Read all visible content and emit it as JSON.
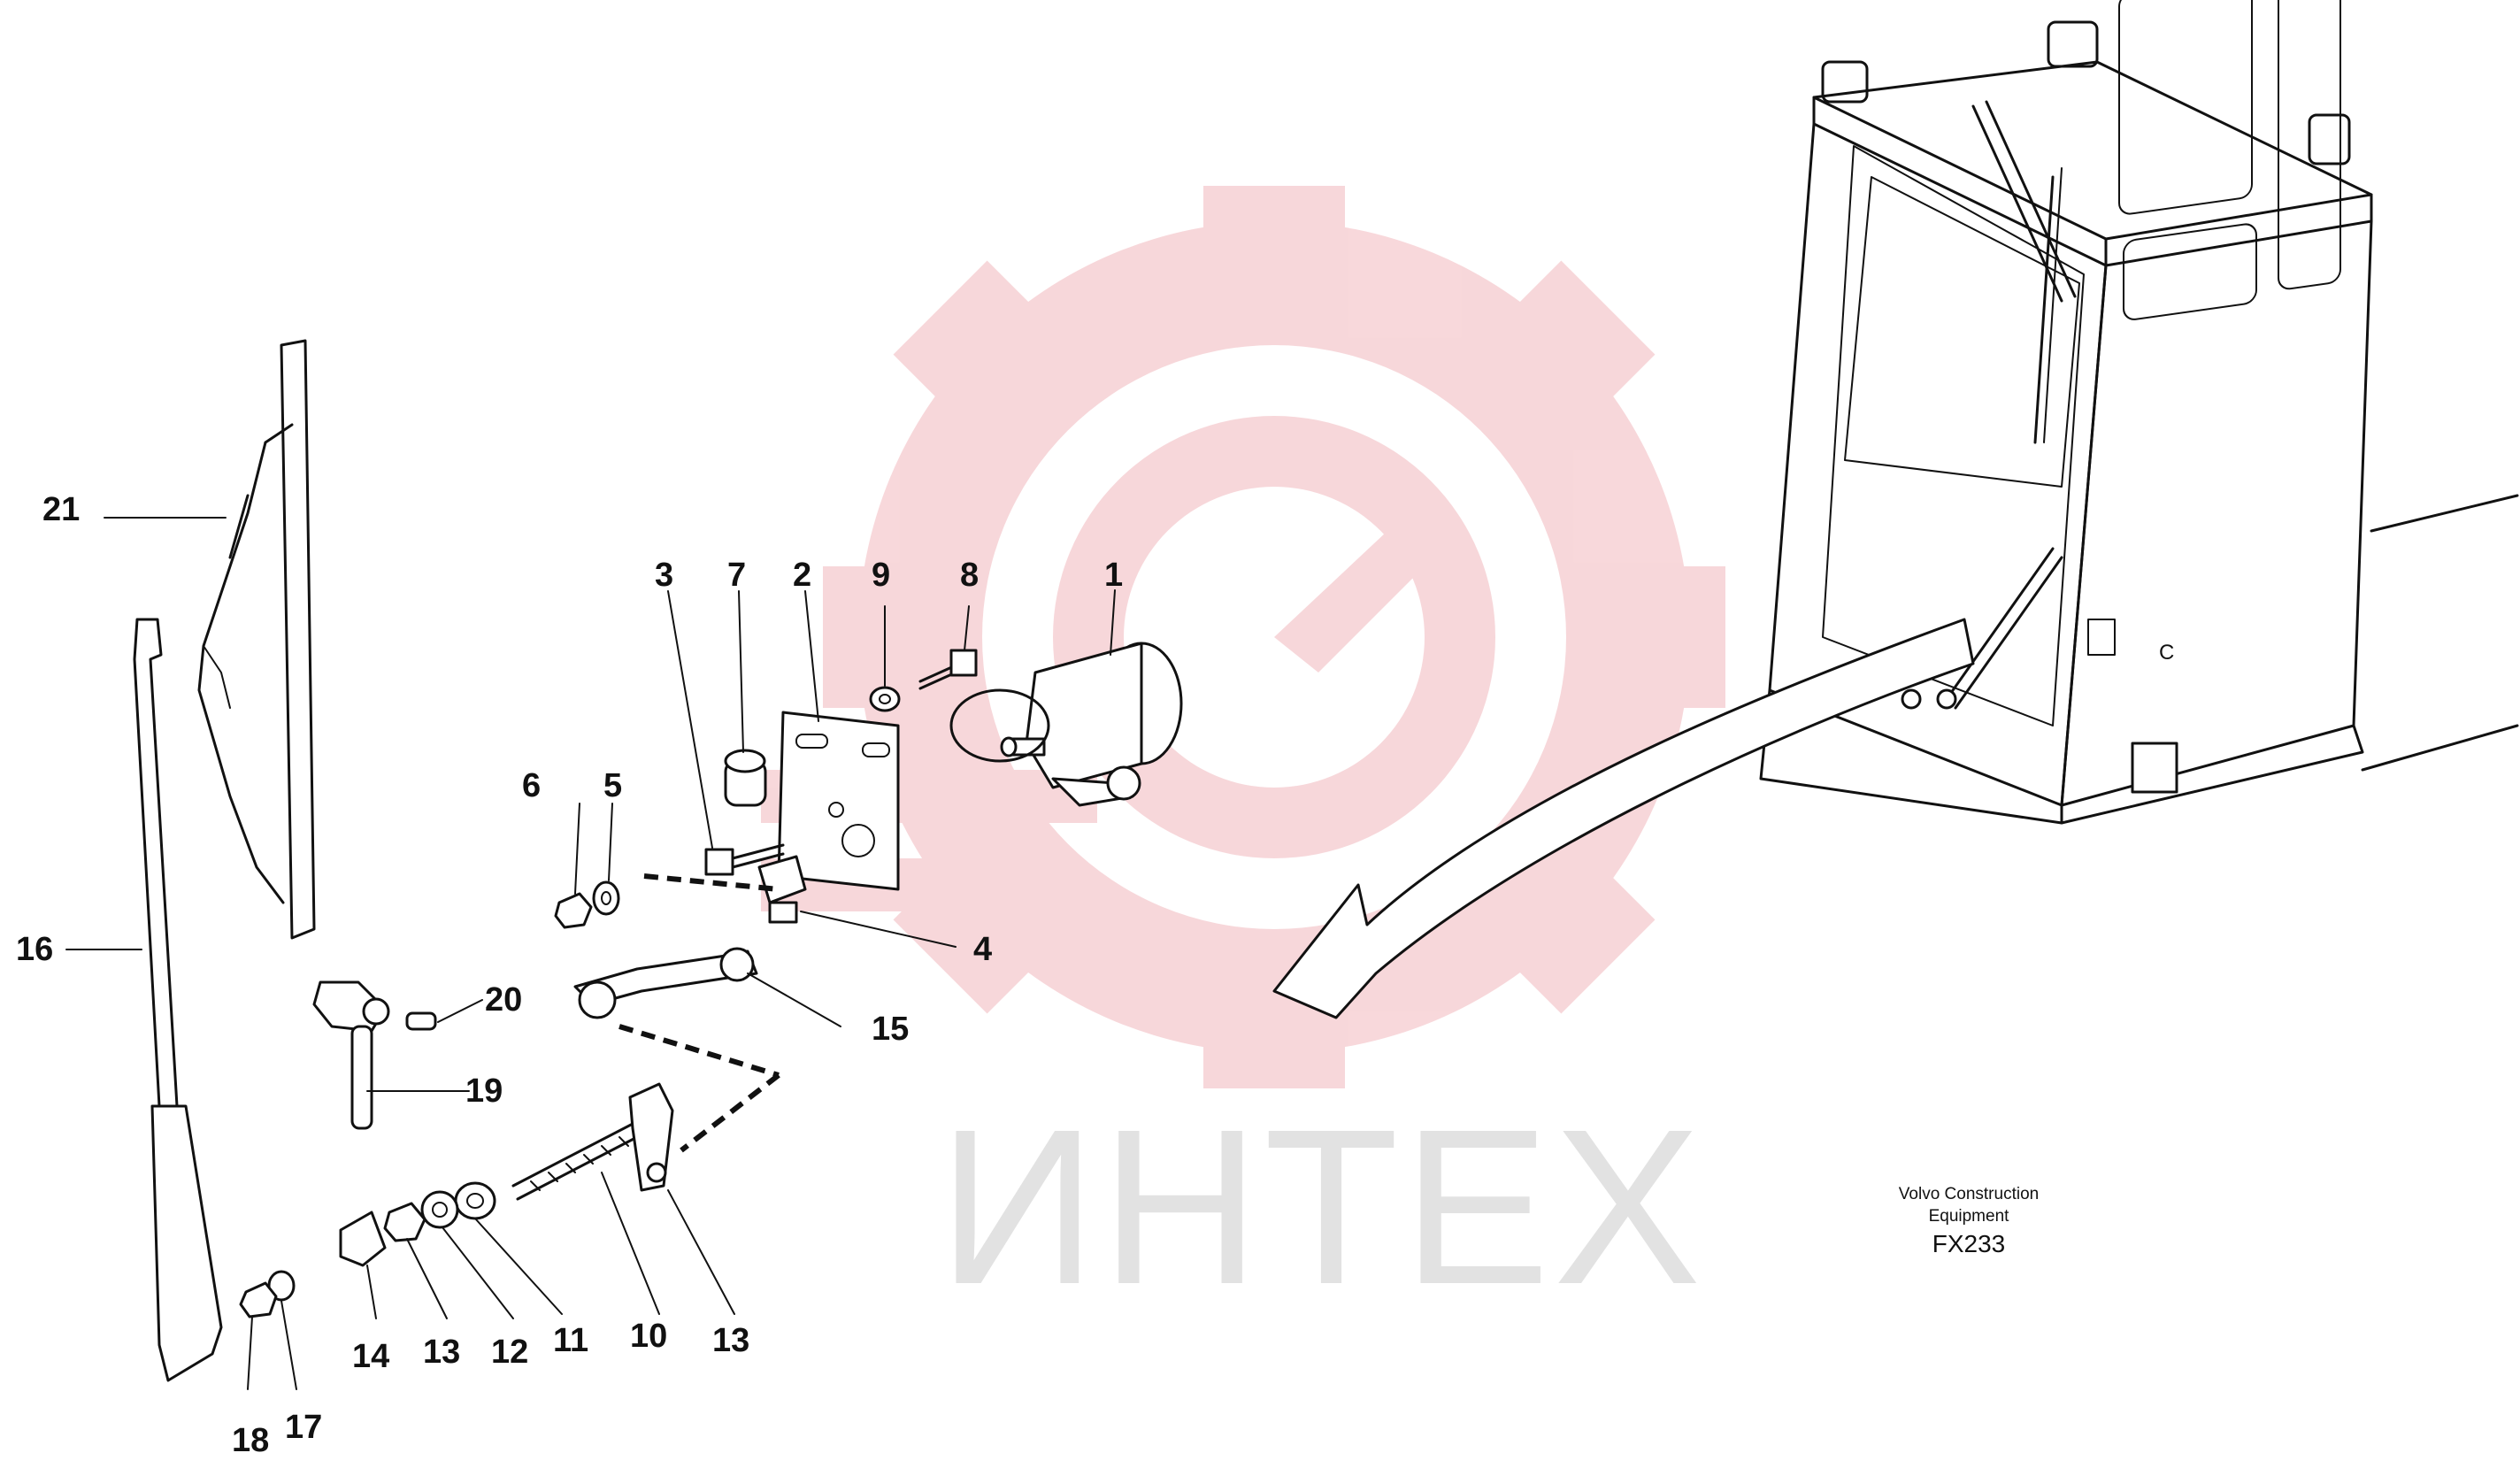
{
  "diagram": {
    "part_callouts": [
      "1",
      "2",
      "3",
      "4",
      "5",
      "6",
      "7",
      "8",
      "9",
      "10",
      "11",
      "12",
      "13",
      "13",
      "14",
      "15",
      "16",
      "17",
      "18",
      "19",
      "20",
      "21"
    ],
    "caption": {
      "line1": "Volvo Construction",
      "line2": "Equipment",
      "code": "FX233"
    },
    "watermark": {
      "text": "ИНТЕХ",
      "color": "#f2b8bd",
      "text_color": "#e2e2e2",
      "icon": "gear-logo-icon"
    },
    "line_color": "#111111"
  }
}
